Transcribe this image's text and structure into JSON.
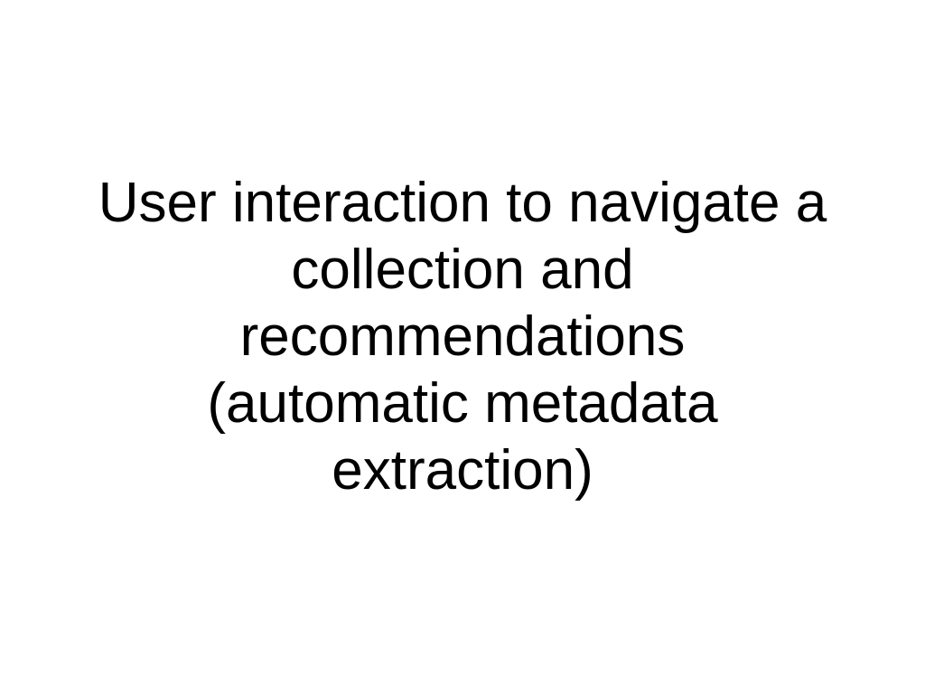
{
  "slide": {
    "title_lines": [
      "User interaction to navigate a",
      "collection and",
      "recommendations",
      "(automatic metadata",
      "extraction)"
    ]
  },
  "colors": {
    "background": "#ffffff",
    "text": "#000000"
  }
}
